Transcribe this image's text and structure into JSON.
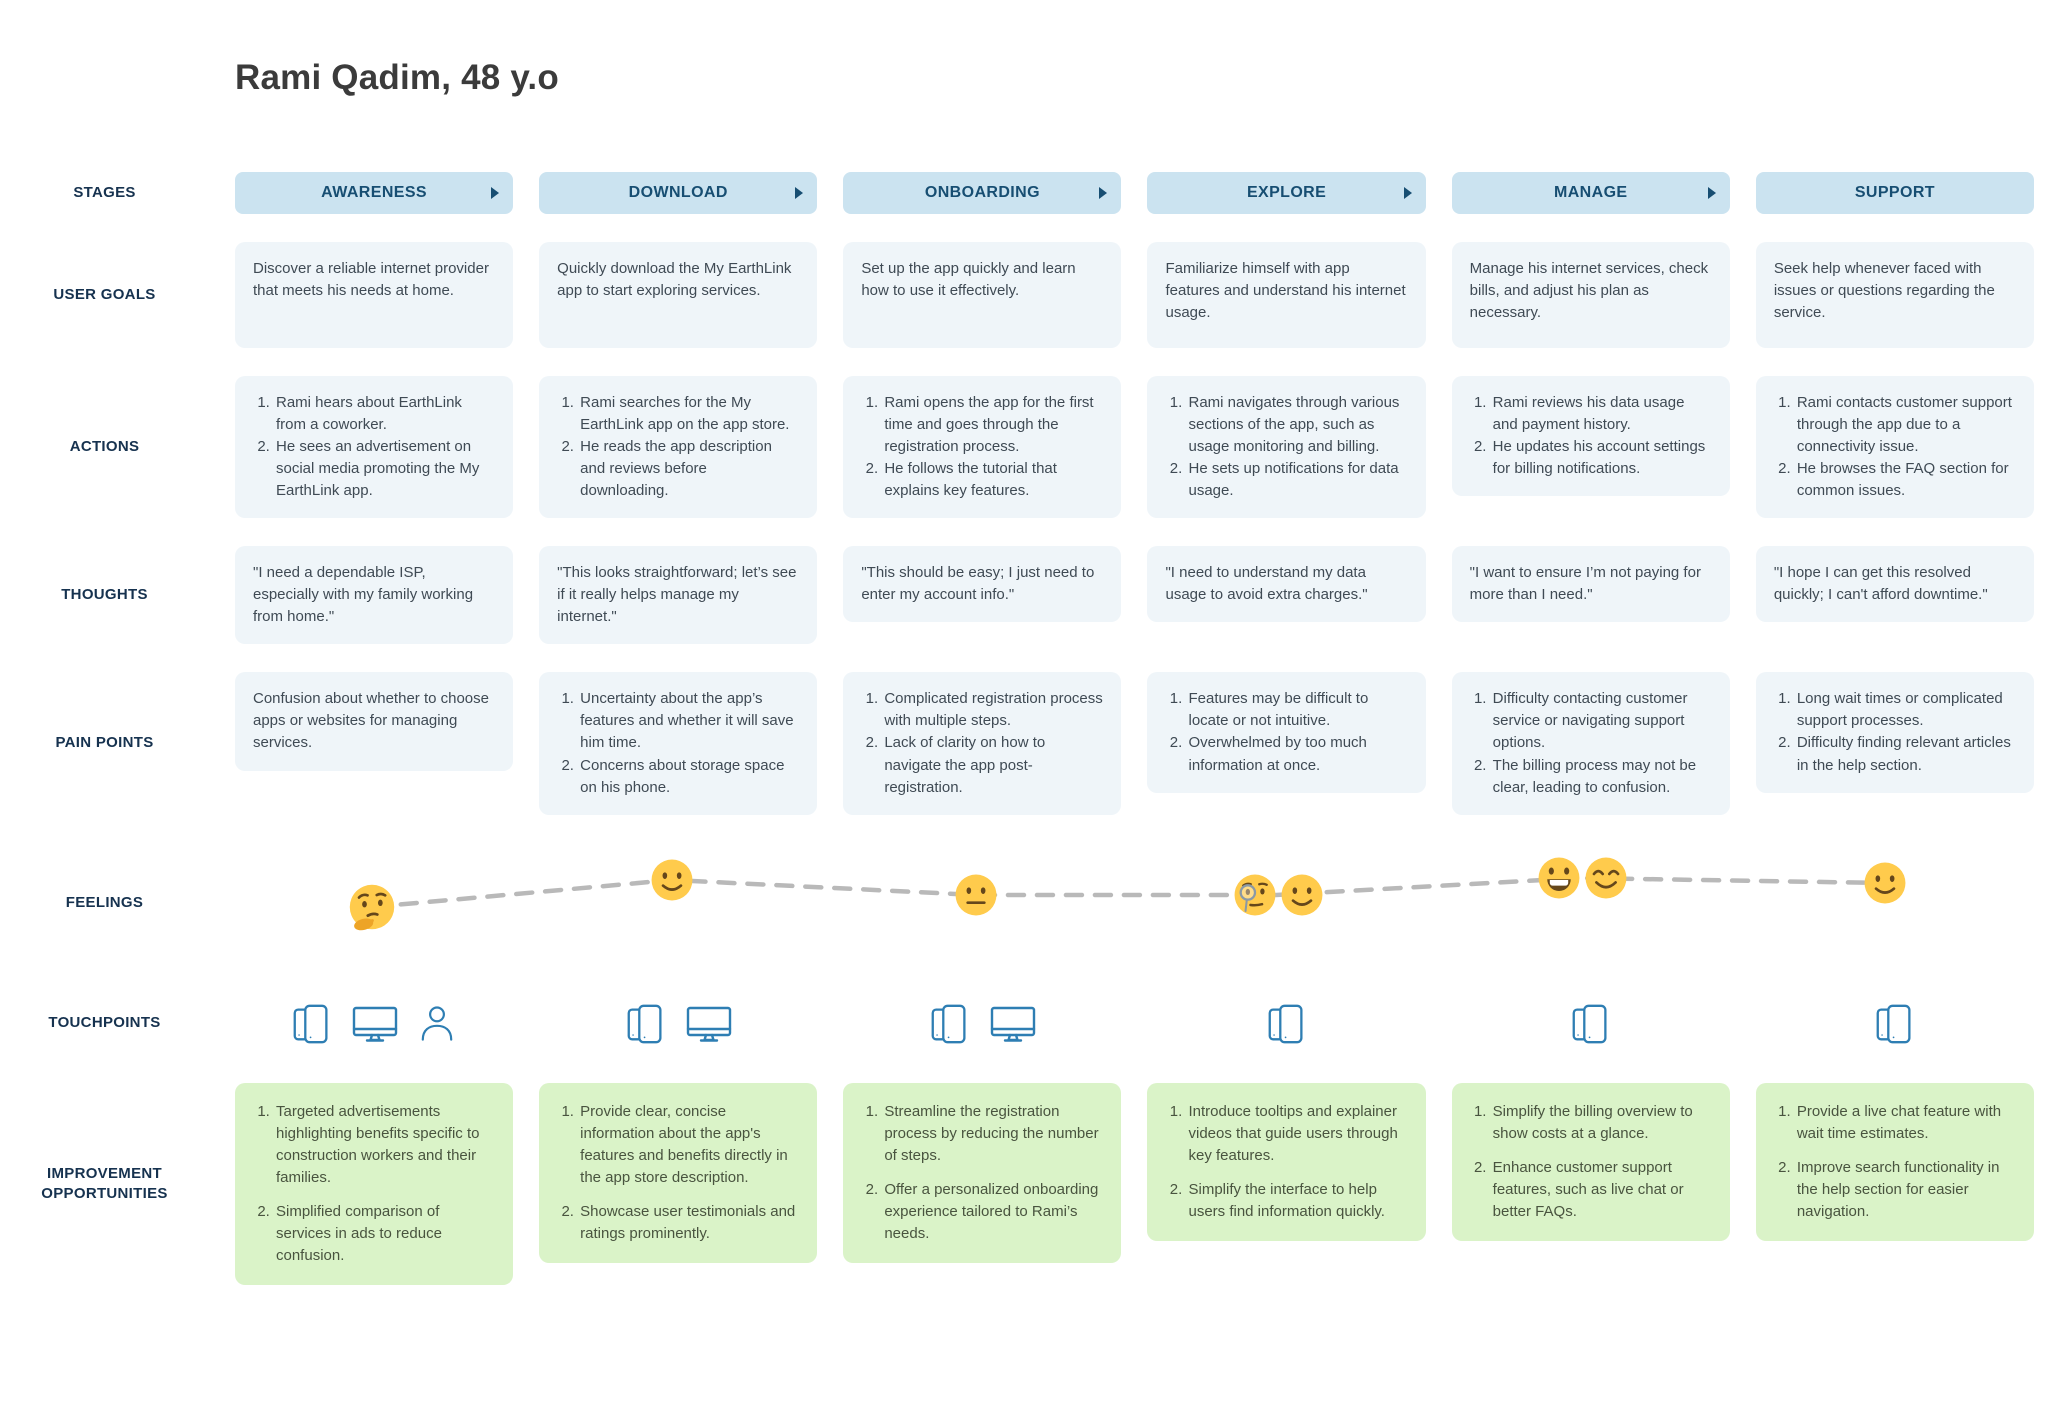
{
  "title": "Rami Qadim, 48 y.o",
  "row_labels": {
    "stages": "STAGES",
    "user_goals": "USER GOALS",
    "actions": "ACTIONS",
    "thoughts": "THOUGHTS",
    "pain_points": "PAIN POINTS",
    "feelings": "FEELINGS",
    "touchpoints": "TOUCHPOINTS",
    "improvements": "IMPROVEMENT OPPORTUNITIES"
  },
  "colors": {
    "stage_pill_bg": "#cbe3f0",
    "stage_text": "#174e72",
    "cell_bg": "#eff5f9",
    "improvement_bg": "#daf3c8",
    "label_color": "#16324f",
    "body_text": "#3f4a54",
    "touchpoint_icon": "#2e7eb3",
    "dashed_line": "#b9b9b9",
    "emoji_face": "#ffcb4c"
  },
  "stages": [
    {
      "name": "AWARENESS",
      "has_arrow": true,
      "user_goal": "Discover a reliable internet provider that meets his needs at home.",
      "actions": [
        "Rami hears about EarthLink from a coworker.",
        "He sees an advertisement on social media promoting the My EarthLink app."
      ],
      "thought": "\"I need a dependable ISP, especially with my family working from home.\"",
      "pain_points": [
        "Confusion about whether to choose apps or websites for managing services."
      ],
      "feelings": [
        "thinking-face"
      ],
      "touchpoints": [
        "mobile-devices",
        "desktop",
        "person"
      ],
      "improvements": [
        "Targeted advertisements highlighting benefits specific to construction workers and their families.",
        "Simplified comparison of services in ads to reduce confusion."
      ]
    },
    {
      "name": "DOWNLOAD",
      "has_arrow": true,
      "user_goal": "Quickly download the My EarthLink app to start exploring services.",
      "actions": [
        "Rami searches for the My EarthLink app on the app store.",
        "He reads the app description and reviews before downloading."
      ],
      "thought": "\"This looks straightforward; let’s see if it really helps manage my internet.\"",
      "pain_points": [
        "Uncertainty about the app’s features and whether it will save him time.",
        "Concerns about storage space on his phone."
      ],
      "feelings": [
        "slightly-smiling-face"
      ],
      "touchpoints": [
        "mobile-devices",
        "desktop"
      ],
      "improvements": [
        "Provide clear, concise information about the app's features and benefits directly in the app store description.",
        "Showcase user testimonials and ratings prominently."
      ]
    },
    {
      "name": "ONBOARDING",
      "has_arrow": true,
      "user_goal": "Set up the app quickly and learn how to use it effectively.",
      "actions": [
        "Rami opens the app for the first time and goes through the registration process.",
        "He follows the tutorial that explains key features."
      ],
      "thought": "\"This should be easy; I just need to enter my account info.\"",
      "pain_points": [
        "Complicated registration process with multiple steps.",
        "Lack of clarity on how to navigate the app post-registration."
      ],
      "feelings": [
        "neutral-face"
      ],
      "touchpoints": [
        "mobile-devices",
        "desktop"
      ],
      "improvements": [
        "Streamline the registration process by reducing the number of steps.",
        "Offer a personalized onboarding experience tailored to Rami’s needs."
      ]
    },
    {
      "name": "EXPLORE",
      "has_arrow": true,
      "user_goal": "Familiarize himself with app features and understand his internet usage.",
      "actions": [
        "Rami navigates through various sections of the app, such as usage monitoring and billing.",
        "He sets up notifications for data usage."
      ],
      "thought": "\"I need to understand my data usage to avoid extra charges.\"",
      "pain_points": [
        "Features may be difficult to locate or not intuitive.",
        "Overwhelmed by too much information at once."
      ],
      "feelings": [
        "monocle-face",
        "slightly-smiling-face"
      ],
      "touchpoints": [
        "mobile-devices"
      ],
      "improvements": [
        "Introduce tooltips and explainer videos that guide users through key features.",
        "Simplify the interface to help users find information quickly."
      ]
    },
    {
      "name": "MANAGE",
      "has_arrow": true,
      "user_goal": "Manage his internet services, check bills, and adjust his plan as necessary.",
      "actions": [
        "Rami reviews his data usage and payment history.",
        "He updates his account settings for billing notifications."
      ],
      "thought": "\"I want to ensure I’m not paying for more than I need.\"",
      "pain_points": [
        "Difficulty contacting customer service or navigating support options.",
        "The billing process may not be clear, leading to confusion."
      ],
      "feelings": [
        "grinning-face",
        "smiling-face-with-smiling-eyes"
      ],
      "touchpoints": [
        "mobile-devices"
      ],
      "improvements": [
        "Simplify the billing overview to show costs at a glance.",
        "Enhance customer support features, such as live chat or better FAQs."
      ]
    },
    {
      "name": "SUPPORT",
      "has_arrow": false,
      "user_goal": "Seek help whenever faced with issues or questions regarding the service.",
      "actions": [
        "Rami contacts customer support through the app due to a connectivity issue.",
        "He browses the FAQ section for common issues."
      ],
      "thought": "\"I hope I can get this resolved quickly; I can't afford downtime.\"",
      "pain_points": [
        "Long wait times or complicated support processes.",
        "Difficulty finding relevant articles in the help section."
      ],
      "feelings": [
        "slightly-smiling-face"
      ],
      "touchpoints": [
        "mobile-devices"
      ],
      "improvements": [
        "Provide a live chat feature with wait time estimates.",
        "Improve search functionality in the help section for easier navigation."
      ]
    }
  ]
}
